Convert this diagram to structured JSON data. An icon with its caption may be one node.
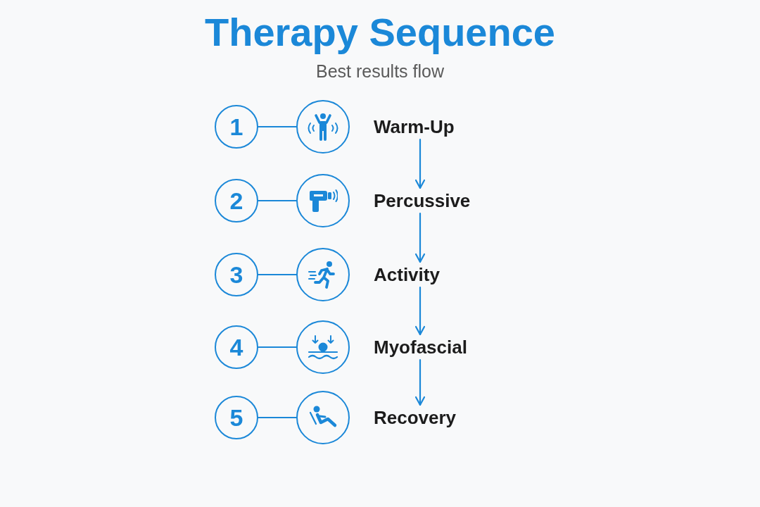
{
  "diagram": {
    "title": "Therapy Sequence",
    "nodes": [
      {
        "text": [
          "1"
        ]
      },
      {
        "text": [],
        "shape": "circle"
      },
      {
        "text": [
          "Warm-Up"
        ]
      },
      {
        "text": [
          "2"
        ]
      },
      {
        "text": [],
        "shape": "circle"
      },
      {
        "text": [
          "Percussive"
        ]
      },
      {
        "text": [
          "3"
        ]
      },
      {
        "text": [],
        "shape": "circle"
      },
      {
        "text": [
          "Activity"
        ]
      },
      {
        "text": [
          "4"
        ]
      },
      {
        "text": [],
        "shape": "circle"
      },
      {
        "text": [
          "Myofascial"
        ]
      },
      {
        "text": [
          "5"
        ]
      },
      {
        "text": [],
        "shape": "circle"
      },
      {
        "text": [
          "Recovery"
        ]
      }
    ],
    "edges": [
      {
        "from": 0,
        "to": 1,
        "arrow": "none"
      },
      {
        "from": 3,
        "to": 4,
        "arrow": "none"
      },
      {
        "from": 6,
        "to": 7,
        "arrow": "none"
      },
      {
        "from": 9,
        "to": 10,
        "arrow": "none"
      },
      {
        "from": 12,
        "to": 13,
        "arrow": "none"
      },
      {
        "from": 2,
        "to": 5,
        "arrow": "to"
      },
      {
        "from": 5,
        "to": 8,
        "arrow": "to"
      },
      {
        "from": 8,
        "to": 11,
        "arrow": "to"
      },
      {
        "from": 11,
        "to": 14,
        "arrow": "to"
      }
    ],
    "labels": [
      "Best results flow"
    ]
  }
}
